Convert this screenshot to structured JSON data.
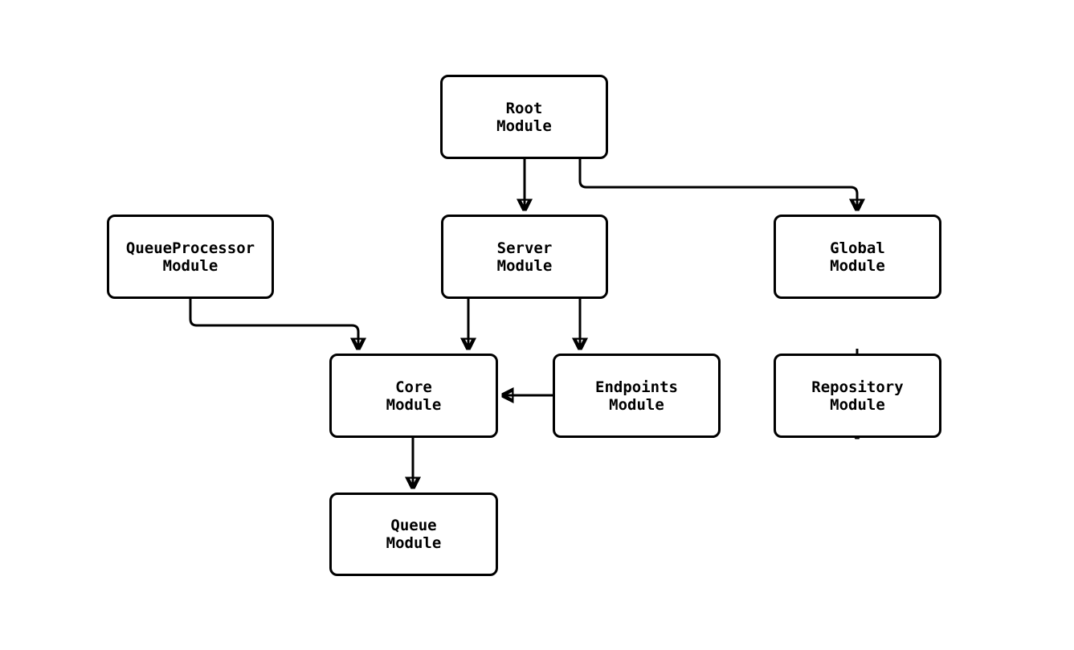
{
  "diagram": {
    "background_color": "#ffffff",
    "line_color": "#000000",
    "node_fill_color": "#ffffff",
    "nodes": [
      {
        "id": "root",
        "label": "Root\nModule"
      },
      {
        "id": "queueprocessor",
        "label": "QueueProcessor\nModule"
      },
      {
        "id": "server",
        "label": "Server\nModule"
      },
      {
        "id": "global",
        "label": "Global\nModule"
      },
      {
        "id": "core",
        "label": "Core\nModule"
      },
      {
        "id": "endpoints",
        "label": "Endpoints\nModule"
      },
      {
        "id": "repository",
        "label": "Repository\nModule"
      },
      {
        "id": "queue",
        "label": "Queue\nModule"
      }
    ],
    "edges": [
      {
        "from": "Root Module",
        "to": "Server Module"
      },
      {
        "from": "Root Module",
        "to": "Global Module"
      },
      {
        "from": "QueueProcessor Module",
        "to": "Core Module"
      },
      {
        "from": "Server Module",
        "to": "Core Module"
      },
      {
        "from": "Server Module",
        "to": "Endpoints Module"
      },
      {
        "from": "Endpoints Module",
        "to": "Core Module"
      },
      {
        "from": "Global Module",
        "to": "Repository Module"
      },
      {
        "from": "Core Module",
        "to": "Queue Module"
      }
    ]
  }
}
